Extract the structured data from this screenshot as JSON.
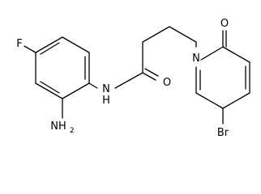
{
  "atoms": {
    "fluorine": "F",
    "amine_n": "NH",
    "amine_sub": "2",
    "amide_n": "N",
    "amide_h": "H",
    "amide_o": "O",
    "ring_n": "N",
    "ketone_o": "O",
    "bromine": "Br"
  },
  "colors": {
    "bond": "#000000",
    "label": "#000000",
    "background": "#ffffff"
  }
}
